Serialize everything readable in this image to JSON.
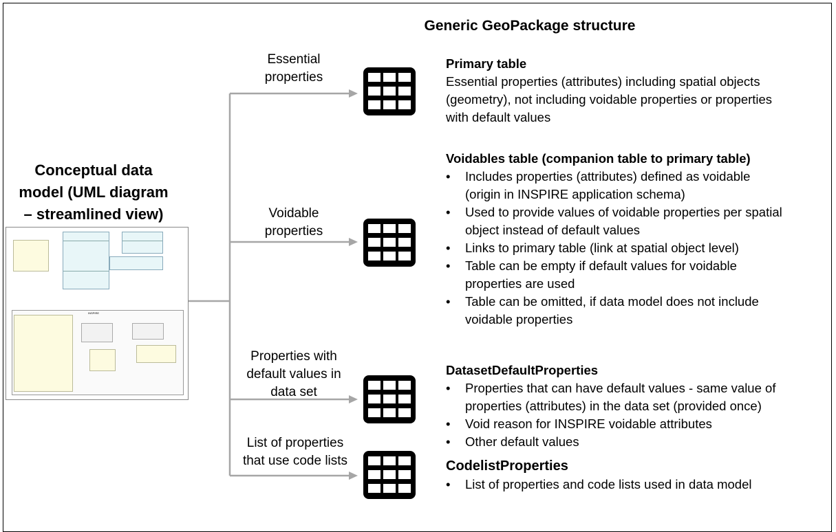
{
  "title": "Generic GeoPackage structure",
  "left_title": [
    "Conceptual data",
    "model (UML diagram",
    "– streamlined view)"
  ],
  "thumbnail": {
    "frame_label": "INSPIRE"
  },
  "branches": [
    {
      "label": [
        "Essential",
        "properties"
      ],
      "icon": "table-icon"
    },
    {
      "label": [
        "Voidable",
        "properties"
      ],
      "icon": "table-icon"
    },
    {
      "label": [
        "Properties with",
        "default values in",
        "data set"
      ],
      "icon": "table-icon"
    },
    {
      "label": [
        "List of properties",
        "that use code lists"
      ],
      "icon": "table-icon"
    }
  ],
  "primary": {
    "heading": "Primary table",
    "lines": [
      "Essential properties (attributes) including spatial objects",
      "(geometry), not including voidable properties or properties",
      "with default values"
    ]
  },
  "voidables": {
    "heading": "Voidables table (companion table to primary table)",
    "items": [
      [
        "Includes properties (attributes) defined as voidable",
        "(origin in INSPIRE application schema)"
      ],
      [
        "Used to provide values of voidable properties per spatial",
        "object instead of default values"
      ],
      [
        "Links to primary table (link at spatial object level)"
      ],
      [
        "Table can be empty if default values for voidable",
        "properties are used"
      ],
      [
        "Table can be omitted, if data model does not include",
        "voidable properties"
      ]
    ]
  },
  "defaults": {
    "heading": "DatasetDefaultProperties",
    "items": [
      [
        "Properties that can have default values - same value of",
        "properties (attributes) in the data set (provided once)"
      ],
      [
        "Void reason for INSPIRE voidable attributes"
      ],
      [
        "Other default values"
      ]
    ]
  },
  "codelist": {
    "heading": "CodelistProperties",
    "items": [
      [
        "List of properties and code lists used in data model"
      ]
    ]
  },
  "bullet": "•",
  "colors": {
    "connector": "#a6a6a6",
    "icon": "#000000"
  }
}
